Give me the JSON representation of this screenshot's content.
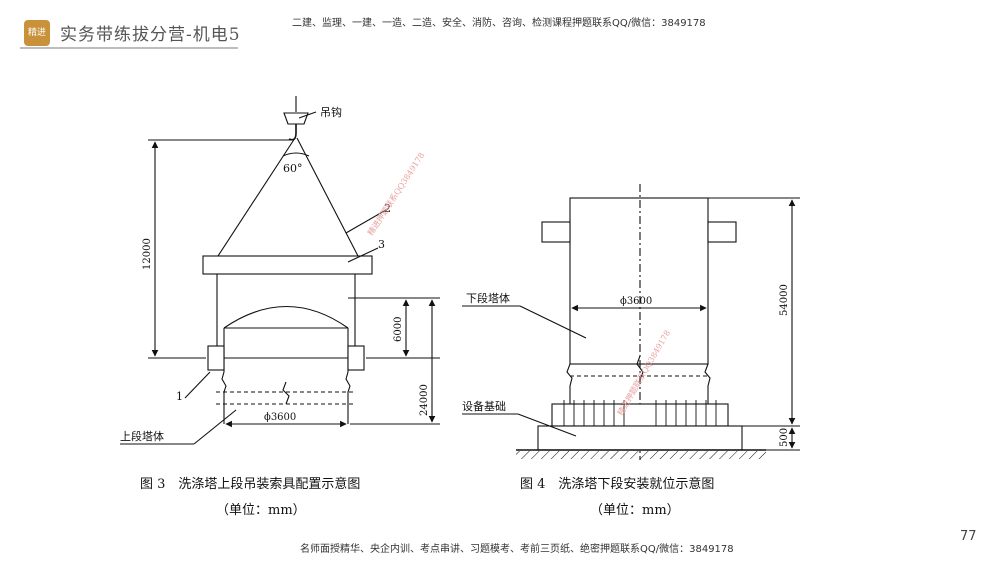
{
  "header": {
    "logo_text": "精进",
    "title": "实务带练拔分营-机电5",
    "banner": "二建、监理、一建、一造、二造、安全、消防、咨询、检测课程押题联系QQ/微信：3849178"
  },
  "footer": {
    "banner": "名师面授精华、央企内训、考点串讲、习题模考、考前三页纸、绝密押题联系QQ/微信：3849178",
    "page_number": "77"
  },
  "figure3": {
    "label_hook": "吊钩",
    "angle": "60°",
    "callout_1": "1",
    "callout_2": "2",
    "callout_3": "3",
    "label_body": "上段塔体",
    "dim_12000": "12000",
    "dim_6000": "6000",
    "dim_24000": "24000",
    "dim_diameter": "ϕ3600",
    "caption": "图 3　洗涤塔上段吊装索具配置示意图",
    "unit": "（单位：mm）",
    "watermark": "精进押题联系QQ3849178"
  },
  "figure4": {
    "label_body": "下段塔体",
    "label_foundation": "设备基础",
    "dim_54000": "54000",
    "dim_500": "500",
    "dim_diameter": "ϕ3600",
    "caption": "图 4　洗涤塔下段安装就位示意图",
    "unit": "（单位：mm）",
    "watermark": "精进押题联系QQ3849178"
  }
}
